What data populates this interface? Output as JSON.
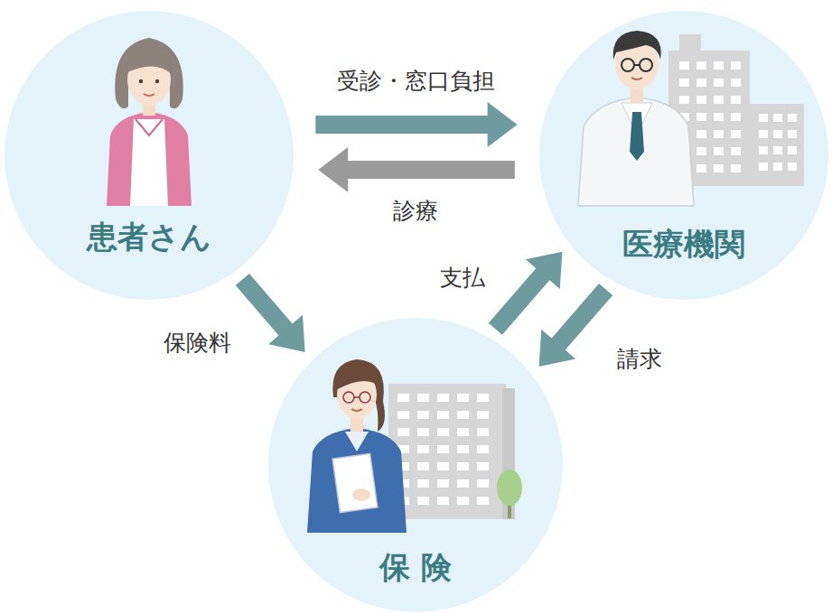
{
  "diagram": {
    "nodes": [
      {
        "text": [
          "患者さん"
        ]
      },
      {
        "text": [
          "医療機関"
        ]
      },
      {
        "text": [
          "保 険"
        ]
      }
    ],
    "edges": [
      {
        "from": 0,
        "to": 1,
        "label": "受診・窓口負担",
        "arrow": "to"
      },
      {
        "from": 1,
        "to": 0,
        "label": "診療",
        "arrow": "to"
      },
      {
        "from": 0,
        "to": 2,
        "label": "保険料",
        "arrow": "to"
      },
      {
        "from": 2,
        "to": 1,
        "label": "支払",
        "arrow": "to"
      },
      {
        "from": 1,
        "to": 2,
        "label": "請求",
        "arrow": "to"
      }
    ]
  }
}
